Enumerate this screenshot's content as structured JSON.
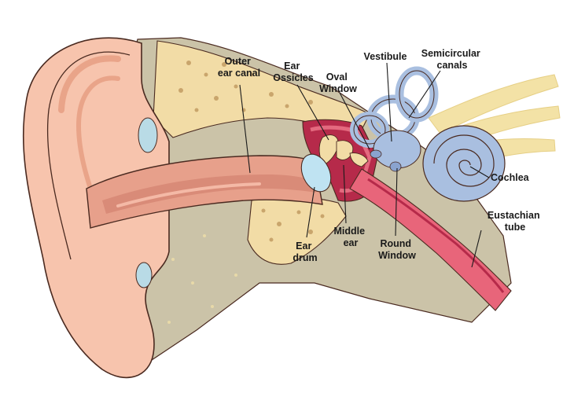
{
  "labels": {
    "outer_ear_canal": [
      "Outer",
      "ear canal"
    ],
    "ear_ossicles": [
      "Ear",
      "Ossicles"
    ],
    "oval_window": [
      "Oval",
      "Window"
    ],
    "vestibule": "Vestibule",
    "semicircular_canals": [
      "Semicircular",
      "canals"
    ],
    "cochlea": "Cochlea",
    "eustachian_tube": [
      "Eustachian",
      "tube"
    ],
    "round_window": [
      "Round",
      "Window"
    ],
    "middle_ear": [
      "Middle",
      "ear"
    ],
    "ear_drum": [
      "Ear",
      "drum"
    ]
  },
  "colors": {
    "skin": "#f7c4ad",
    "skin_dark": "#e9a489",
    "skin_outline": "#4a2a20",
    "canal_inner": "#e7a08b",
    "canal_deep": "#d98b78",
    "bone": "#f2dca6",
    "bone_spots": "#c9a56c",
    "tissue": "#cbc3a8",
    "tissue_dark": "#b8ae90",
    "cartilage": "#b9dbe6",
    "middle_ear": "#b62a4a",
    "middle_ear_light": "#e46a7f",
    "inner_ear": "#a9bfe0",
    "inner_ear_dark": "#8aa3cf",
    "nerve": "#f3e2a6",
    "eardrum": "#bfe3f2",
    "tube": "#e8657a"
  }
}
